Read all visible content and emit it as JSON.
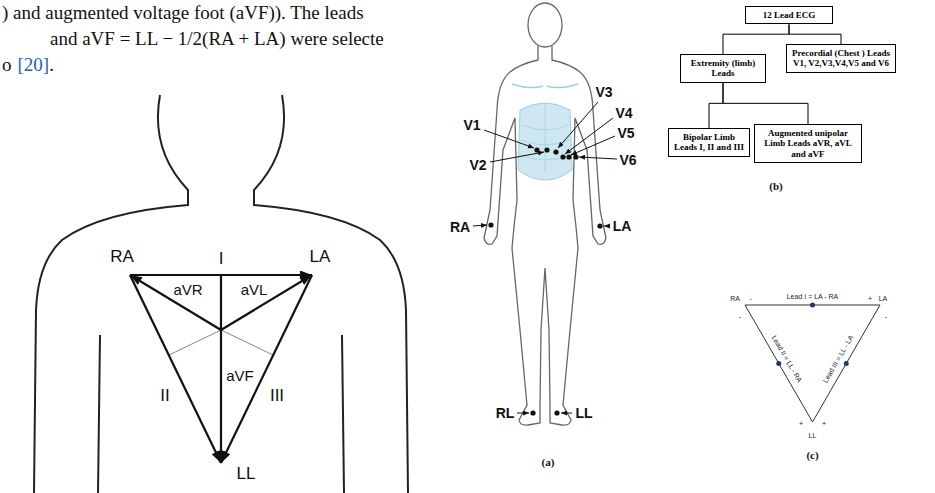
{
  "diagram": {
    "nodes": [
      {
        "text": [
          "12 Lead ECG"
        ]
      },
      {
        "text": [
          "Extremity (limb) Leads"
        ]
      },
      {
        "text": [
          "Precordial (Chest ) Leads V1, V2,V3,V4,V5 and V6"
        ]
      },
      {
        "text": [
          "Bipolar Limb Leads I, II and III"
        ]
      },
      {
        "text": [
          "Augmented unipolar Limb Leads aVR, aVL and aVF"
        ]
      }
    ],
    "edges": [
      {
        "from": 0,
        "to": 1,
        "arrow": "none"
      },
      {
        "from": 0,
        "to": 2,
        "arrow": "none"
      },
      {
        "from": 1,
        "to": 3,
        "arrow": "none"
      },
      {
        "from": 1,
        "to": 4,
        "arrow": "none"
      }
    ],
    "labels": [
      ") and augmented voltage foot (aVF)). The leads",
      "and aVF = LL − 1/2(RA + LA) were selecte",
      "o",
      "[20]",
      ".",
      "RA",
      "I",
      "LA",
      "aVR",
      "aVL",
      "II",
      "aVF",
      "III",
      "LL",
      "V1",
      "V2",
      "V3",
      "V4",
      "V5",
      "V6",
      "RA",
      "LA",
      "RL",
      "LL",
      "(a)",
      "(b)",
      "RA",
      "-",
      "Lead I = LA - RA",
      "+",
      "LA",
      "-",
      "-",
      "Lead II = LL - RA",
      "Lead III = LL - LA",
      "+",
      "+",
      "LL",
      "(c)"
    ]
  }
}
